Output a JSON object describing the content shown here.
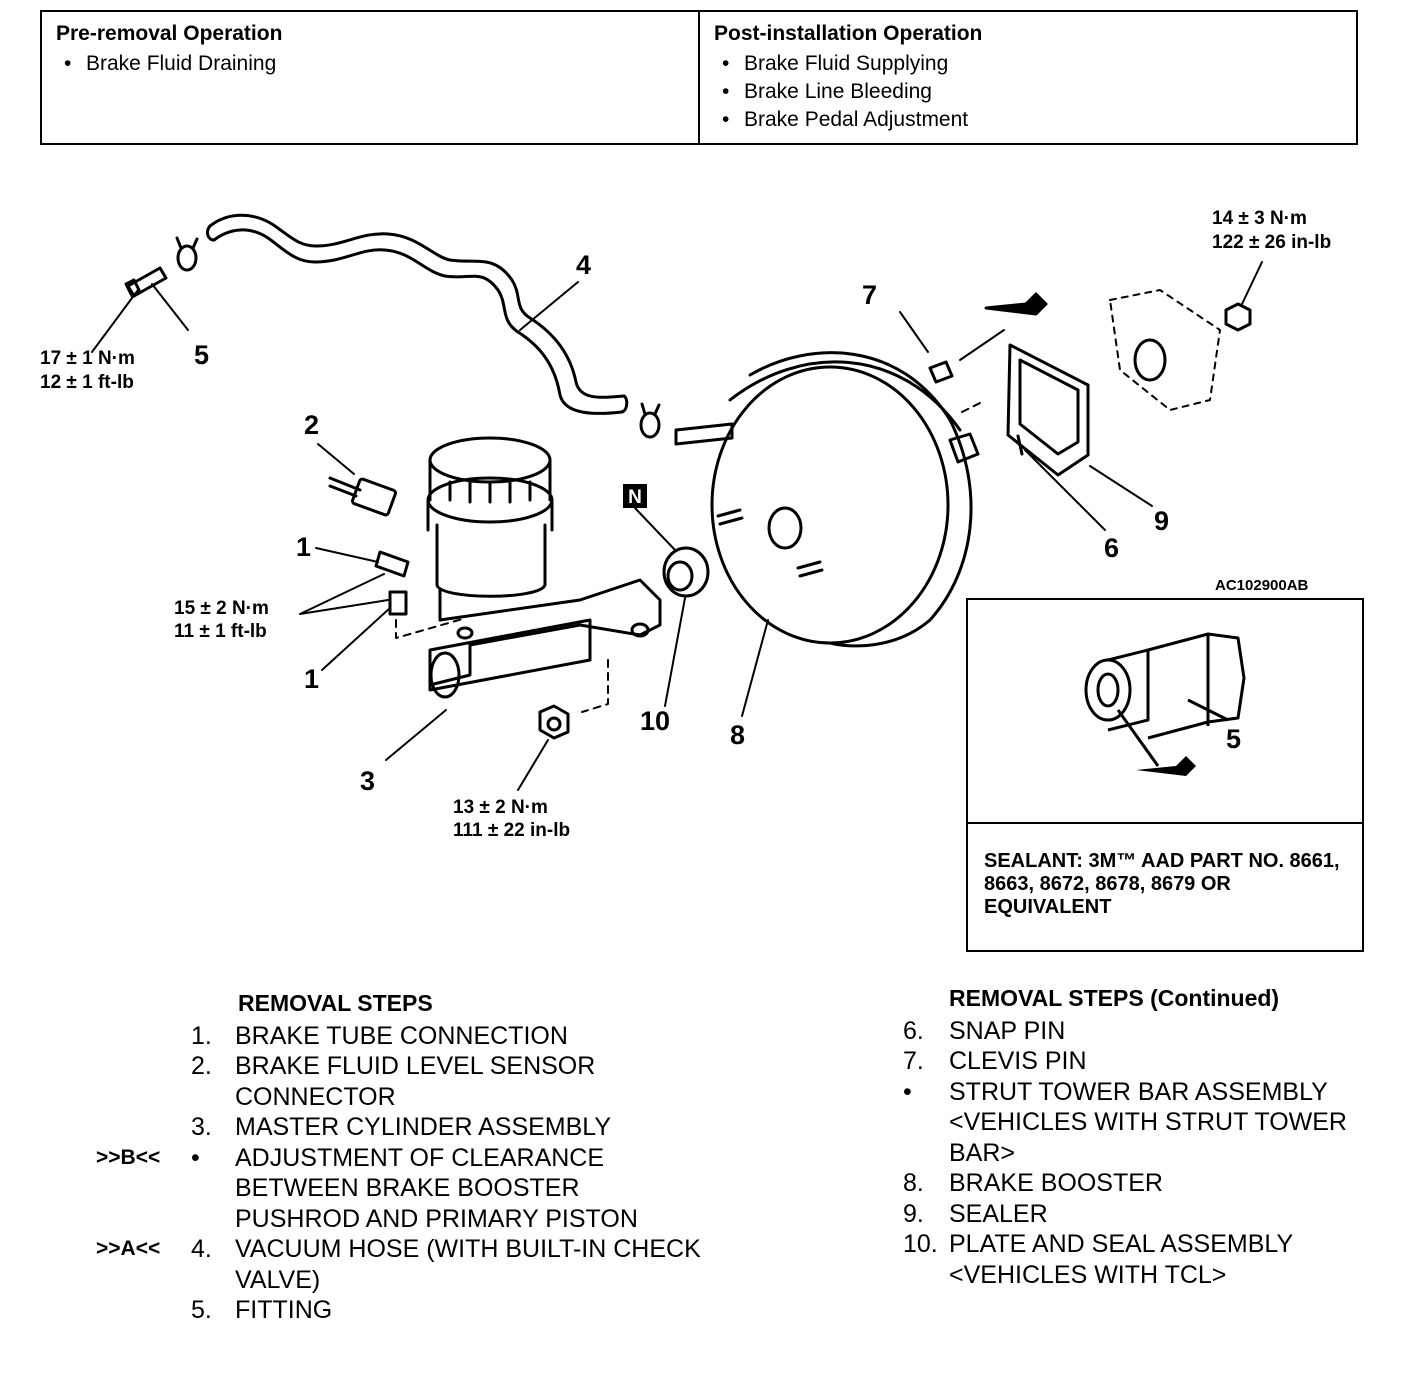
{
  "operations": {
    "pre_removal": {
      "title": "Pre-removal Operation",
      "items": [
        "Brake Fluid Draining"
      ]
    },
    "post_installation": {
      "title": "Post-installation Operation",
      "items": [
        "Brake Fluid Supplying",
        "Brake Line Bleeding",
        "Brake Pedal Adjustment"
      ]
    }
  },
  "diagram": {
    "figure_code": "AC102900AB",
    "part_numbers": [
      "1",
      "1",
      "2",
      "3",
      "4",
      "5",
      "5",
      "6",
      "7",
      "8",
      "9",
      "10"
    ],
    "nonreusable_mark": "N",
    "torques": {
      "fitting": [
        "17 ± 1 N·m",
        "12 ± 1 ft-lb"
      ],
      "brake_tube": [
        "15 ± 2 N·m",
        "11 ± 1 ft-lb"
      ],
      "master_cylinder_nut": [
        "13 ± 2 N·m",
        "111 ± 22 in-lb"
      ],
      "booster_nut": [
        "14 ± 3 N·m",
        "122 ± 26 in-lb"
      ]
    },
    "sealant_note": "SEALANT: 3M™ AAD PART NO. 8661, 8663, 8672, 8678, 8679 OR EQUIVALENT"
  },
  "removal_steps": {
    "title": "REMOVAL STEPS",
    "items": [
      {
        "flag": "",
        "num": "1.",
        "text": "BRAKE TUBE CONNECTION"
      },
      {
        "flag": "",
        "num": "2.",
        "text": "BRAKE FLUID LEVEL SENSOR CONNECTOR"
      },
      {
        "flag": "",
        "num": "3.",
        "text": "MASTER CYLINDER ASSEMBLY"
      },
      {
        "flag": ">>B<<",
        "num": "•",
        "text": "ADJUSTMENT OF CLEARANCE BETWEEN BRAKE BOOSTER PUSHROD AND PRIMARY PISTON"
      },
      {
        "flag": ">>A<<",
        "num": "4.",
        "text": "VACUUM HOSE (WITH BUILT-IN CHECK VALVE)"
      },
      {
        "flag": "",
        "num": "5.",
        "text": "FITTING"
      }
    ]
  },
  "removal_steps_continued": {
    "title": "REMOVAL STEPS (Continued)",
    "items": [
      {
        "num": "6.",
        "text": "SNAP PIN"
      },
      {
        "num": "7.",
        "text": "CLEVIS PIN"
      },
      {
        "num": "•",
        "text": "STRUT TOWER BAR ASSEMBLY <VEHICLES WITH STRUT TOWER BAR>"
      },
      {
        "num": "8.",
        "text": "BRAKE BOOSTER"
      },
      {
        "num": "9.",
        "text": "SEALER"
      },
      {
        "num": "10.",
        "text": "PLATE AND SEAL ASSEMBLY <VEHICLES WITH TCL>"
      }
    ]
  }
}
